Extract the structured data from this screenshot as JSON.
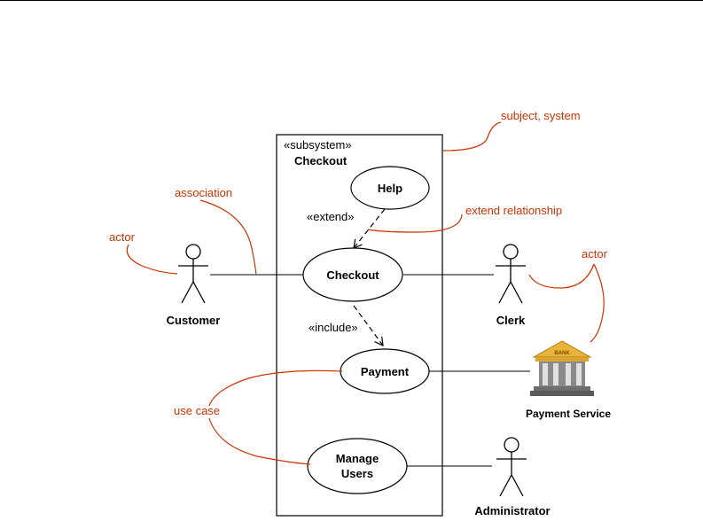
{
  "subsystem": {
    "stereotype": "«subsystem»",
    "name": "Checkout"
  },
  "use_cases": {
    "help": "Help",
    "checkout": "Checkout",
    "payment": "Payment",
    "manage_users_line1": "Manage",
    "manage_users_line2": "Users"
  },
  "actors": {
    "customer": "Customer",
    "clerk": "Clerk",
    "payment_service": "Payment Service",
    "administrator": "Administrator"
  },
  "relationships": {
    "extend": "«extend»",
    "include": "«include»"
  },
  "annotations": {
    "subject_system": "subject, system",
    "association": "association",
    "actor_left": "actor",
    "extend_relationship": "extend relationship",
    "actor_right": "actor",
    "use_case": "use case"
  },
  "colors": {
    "annotation": "#cc3300",
    "bank_gold": "#e8b43a",
    "bank_gray": "#7a7a7a"
  },
  "bank_sign": "BANK"
}
